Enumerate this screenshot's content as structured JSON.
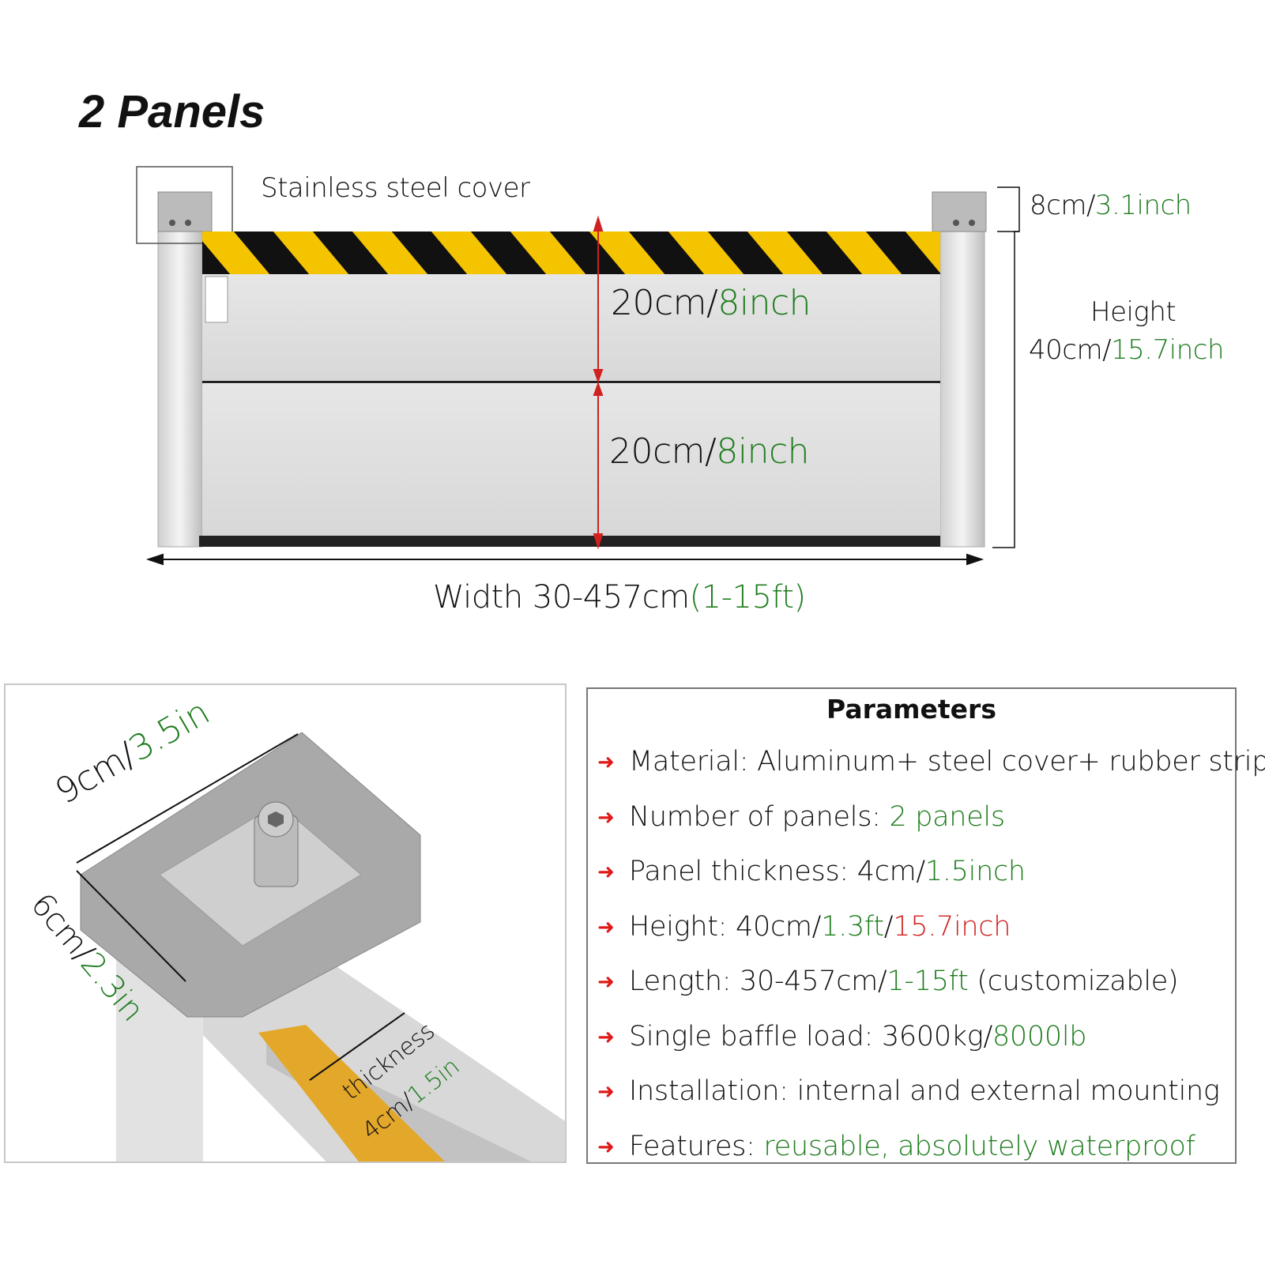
{
  "title": "2 Panels",
  "diagram": {
    "cover_label": "Stainless steel cover",
    "panel_top": {
      "cm": "20cm/",
      "inch": "8inch"
    },
    "panel_bottom": {
      "cm": "20cm/",
      "inch": "8inch"
    },
    "cap": {
      "cm": "8cm/",
      "inch": "3.1inch"
    },
    "height": {
      "word": "Height",
      "cm": "40cm/",
      "inch": "15.7inch"
    },
    "width": {
      "text": "Width 30-457cm",
      "ft": "(1-15ft)"
    }
  },
  "detail": {
    "length": {
      "cm": "9cm/",
      "in": "3.5in"
    },
    "depth": {
      "cm": "6cm/",
      "in": "2.3in"
    },
    "thickness": {
      "word": "thickness",
      "cm": "4cm/",
      "in": "1.5in"
    }
  },
  "parameters": {
    "title": "Parameters",
    "items": [
      {
        "label": "Material: Aluminum+ steel cover+ rubber strips"
      },
      {
        "label": "Number of panels: ",
        "green": "2 panels"
      },
      {
        "label": "Panel thickness: 4cm/",
        "green": "1.5inch"
      },
      {
        "label": "Height: 40cm/",
        "green": "1.3ft",
        "sep": "/",
        "red": "15.7inch"
      },
      {
        "label": "Length: 30-457cm/",
        "green": "1-15ft",
        "tail": " (customizable)"
      },
      {
        "label": "Single baffle load: 3600kg/",
        "green": "8000lb"
      },
      {
        "label": "Installation: internal and external mounting"
      },
      {
        "label": "Features: ",
        "green": "reusable, absolutely waterproof"
      }
    ]
  },
  "colors": {
    "accent_green": "#1f7d1f",
    "accent_red": "#d02020",
    "stripe_yellow": "#f5c400",
    "stripe_black": "#111111"
  }
}
